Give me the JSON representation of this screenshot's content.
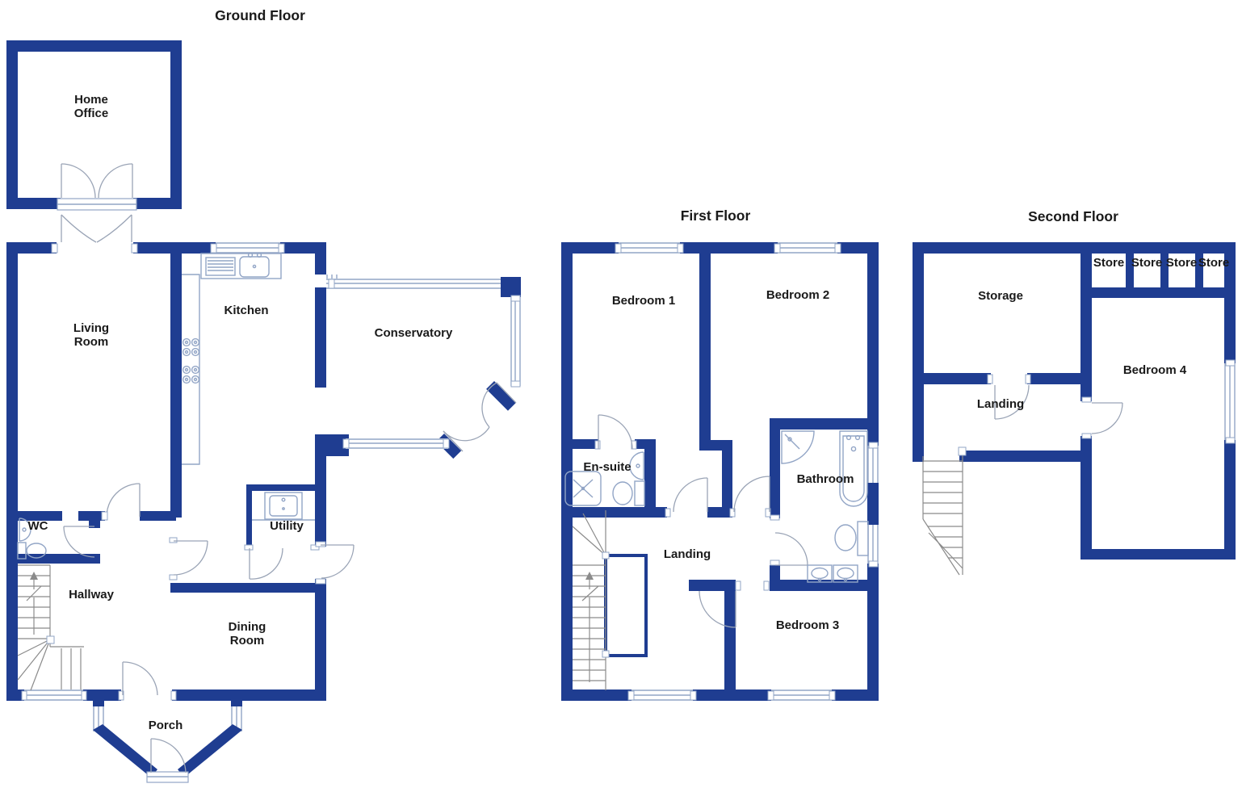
{
  "colors": {
    "wall_navy": "#1f3d91",
    "window_line": "#92a5c6",
    "door_arc": "#9aa4b6",
    "stair_line": "#8b8b8b",
    "text": "#1a1a1a",
    "background": "#ffffff"
  },
  "floors": {
    "ground": {
      "title": "Ground Floor",
      "rooms": {
        "home_office": "Home\nOffice",
        "living_room": "Living\nRoom",
        "kitchen": "Kitchen",
        "conservatory": "Conservatory",
        "wc": "WC",
        "hallway": "Hallway",
        "utility": "Utility",
        "dining_room": "Dining\nRoom",
        "porch": "Porch"
      }
    },
    "first": {
      "title": "First Floor",
      "rooms": {
        "bedroom1": "Bedroom 1",
        "bedroom2": "Bedroom 2",
        "ensuite": "En-suite",
        "bathroom": "Bathroom",
        "landing": "Landing",
        "bedroom3": "Bedroom 3"
      }
    },
    "second": {
      "title": "Second Floor",
      "rooms": {
        "storage": "Storage",
        "store1": "Store",
        "store2": "Store",
        "store3": "Store",
        "store4": "Store",
        "bedroom4": "Bedroom 4",
        "landing": "Landing"
      }
    }
  }
}
